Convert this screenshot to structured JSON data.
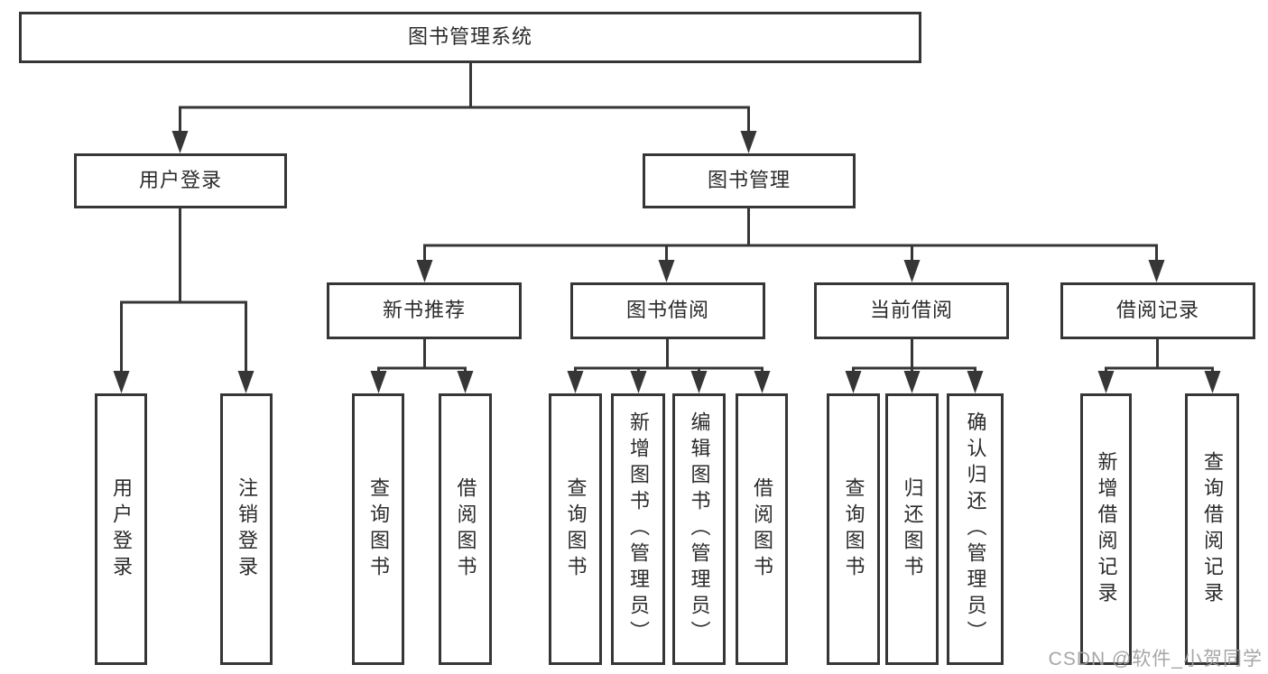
{
  "tree": {
    "label": "图书管理系统",
    "children": [
      {
        "label": "用户登录",
        "children": [
          {
            "label": "用户登录"
          },
          {
            "label": "注销登录"
          }
        ]
      },
      {
        "label": "图书管理",
        "children": [
          {
            "label": "新书推荐",
            "children": [
              {
                "label": "查询图书"
              },
              {
                "label": "借阅图书"
              }
            ]
          },
          {
            "label": "图书借阅",
            "children": [
              {
                "label": "查询图书"
              },
              {
                "label": "新增图书（管理员）"
              },
              {
                "label": "编辑图书（管理员）"
              },
              {
                "label": "借阅图书"
              }
            ]
          },
          {
            "label": "当前借阅",
            "children": [
              {
                "label": "查询图书"
              },
              {
                "label": "归还图书"
              },
              {
                "label": "确认归还（管理员）"
              }
            ]
          },
          {
            "label": "借阅记录",
            "children": [
              {
                "label": "新增借阅记录"
              },
              {
                "label": "查询借阅记录"
              }
            ]
          }
        ]
      }
    ]
  },
  "watermark": "CSDN @软件_小贺同学",
  "colors": {
    "line": "#363636",
    "text": "#2b2b2b",
    "background": "#ffffff",
    "watermark": "#9e9e9e"
  }
}
